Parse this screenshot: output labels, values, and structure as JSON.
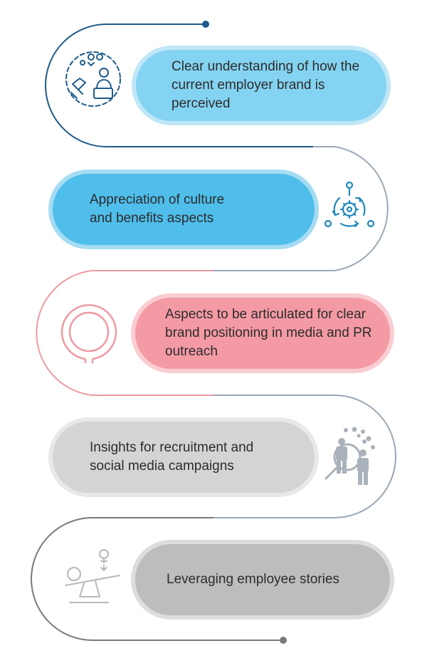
{
  "steps": [
    {
      "text": "Clear understanding of how the current employer brand is perceived",
      "icon": "team-collaboration-icon",
      "color": "#84d3f2",
      "outer": "#bfe7f7",
      "line": "#1e5b8a"
    },
    {
      "text": "Appreciation of culture and benefits aspects",
      "icon": "gear-cycle-icon",
      "color": "#4fbeeb",
      "outer": "#a6dcf3",
      "line": "#9aa7b6"
    },
    {
      "text": "Aspects to be articulated for clear brand positioning in media and PR outreach",
      "icon": "target-ring-icon",
      "color": "#f49aa5",
      "outer": "#f9cdd2",
      "line": "#ee9aa3"
    },
    {
      "text": "Insights for recruitment and social media campaigns",
      "icon": "people-search-icon",
      "color": "#d4d4d4",
      "outer": "#e8e8e8",
      "line": "#9aa7b6"
    },
    {
      "text": "Leveraging employee stories",
      "icon": "balance-seesaw-icon",
      "color": "#bdbdbd",
      "outer": "#dddddd",
      "line": "#7a7a7a"
    }
  ]
}
